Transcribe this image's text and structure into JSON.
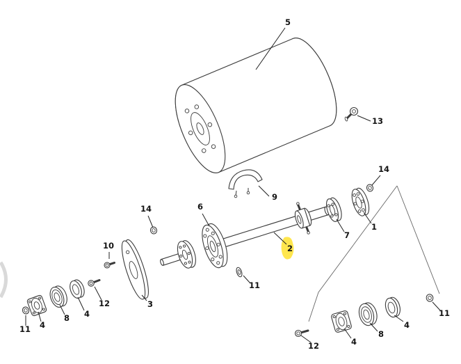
{
  "diagram": {
    "type": "exploded-parts-diagram",
    "background": "#ffffff",
    "line_color": "#3a3a3a",
    "highlight_color": "#ffe33b",
    "highlighted_label": "2",
    "labels": [
      {
        "text": "5"
      },
      {
        "text": "13"
      },
      {
        "text": "14"
      },
      {
        "text": "1"
      },
      {
        "text": "7"
      },
      {
        "text": "9"
      },
      {
        "text": "2"
      },
      {
        "text": "6"
      },
      {
        "text": "14"
      },
      {
        "text": "10"
      },
      {
        "text": "3"
      },
      {
        "text": "11"
      },
      {
        "text": "11"
      },
      {
        "text": "4"
      },
      {
        "text": "8"
      },
      {
        "text": "4"
      },
      {
        "text": "12"
      },
      {
        "text": "12"
      },
      {
        "text": "4"
      },
      {
        "text": "8"
      },
      {
        "text": "4"
      },
      {
        "text": "11"
      }
    ]
  }
}
